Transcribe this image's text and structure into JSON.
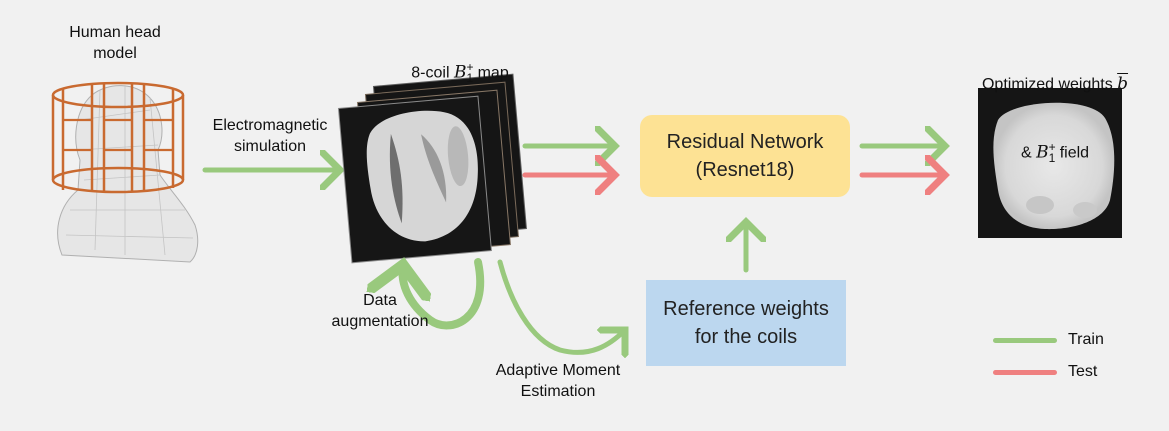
{
  "colors": {
    "train": "#99c97d",
    "test": "#ef8080",
    "resnet_box": "#fde294",
    "reference_box": "#bcd7ef",
    "background": "#f1f1f1"
  },
  "head_model": {
    "label": "Human head\nmodel"
  },
  "simulation": {
    "label": "Electromagnetic\nsimulation"
  },
  "coil_map": {
    "prefix": "8-coil ",
    "symbol": "B",
    "superscript": "+",
    "subscript": "1",
    "suffix": " map"
  },
  "augmentation": {
    "label": "Data\naugmentation"
  },
  "adam": {
    "label": "Adaptive Moment\nEstimation"
  },
  "resnet": {
    "line1": "Residual Network",
    "line2": "(Resnet18)"
  },
  "reference": {
    "line1": "Reference weights",
    "line2": "for the coils"
  },
  "output": {
    "line1_text": "Optimized weights ",
    "line1_symbol": "b",
    "line2_prefix": "& ",
    "symbol": "B",
    "superscript": "+",
    "subscript": "1",
    "line2_suffix": " field"
  },
  "legend": {
    "train": "Train",
    "test": "Test"
  }
}
